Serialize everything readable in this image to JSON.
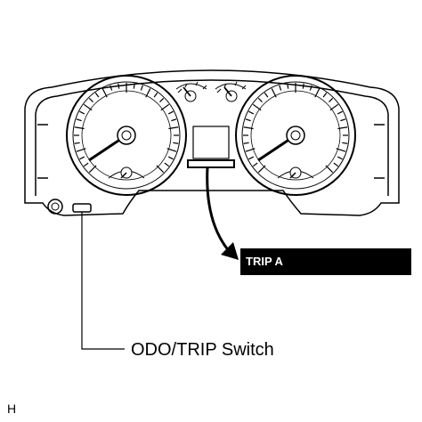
{
  "callouts": {
    "display_mode": "TRIP A",
    "switch_name": "ODO/TRIP Switch"
  },
  "figure": {
    "code": "H"
  },
  "icons": [
    "instrument-cluster-icon",
    "speedometer-icon",
    "tachometer-icon",
    "fuel-gauge-icon",
    "temperature-gauge-icon",
    "odo-trip-switch-icon",
    "rheostat-knob-icon",
    "arrow-icon"
  ],
  "colors": {
    "line": "#000000",
    "background": "#ffffff",
    "callout_fill": "#000000",
    "callout_text": "#ffffff"
  }
}
